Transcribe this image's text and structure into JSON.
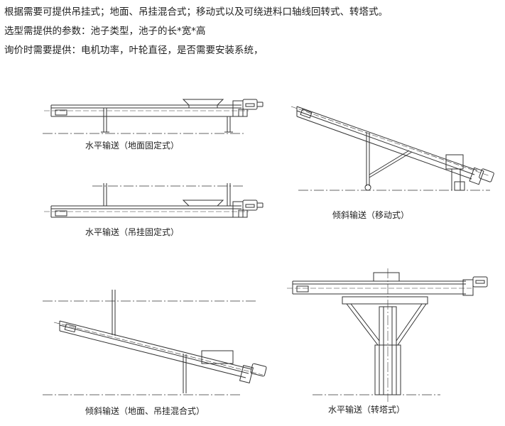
{
  "intro": {
    "line1": "根据需要可提供吊挂式；地面、吊挂混合式；移动式以及可绕进料口轴线回转式、转塔式。",
    "line2": "选型需提供的参数：池子类型，池子的长*宽*高",
    "line3": "询价时需要提供：电机功率，叶轮直径，是否需要安装系统，"
  },
  "figures": {
    "horizontal_ground": "水平输送（地面固定式）",
    "horizontal_hanging": "水平输送（吊挂固定式）",
    "inclined_mobile": "倾斜输送（移动式）",
    "inclined_mixed": "倾斜输送（地面、吊挂混合式）",
    "horizontal_tower": "水平输送（转塔式）"
  }
}
